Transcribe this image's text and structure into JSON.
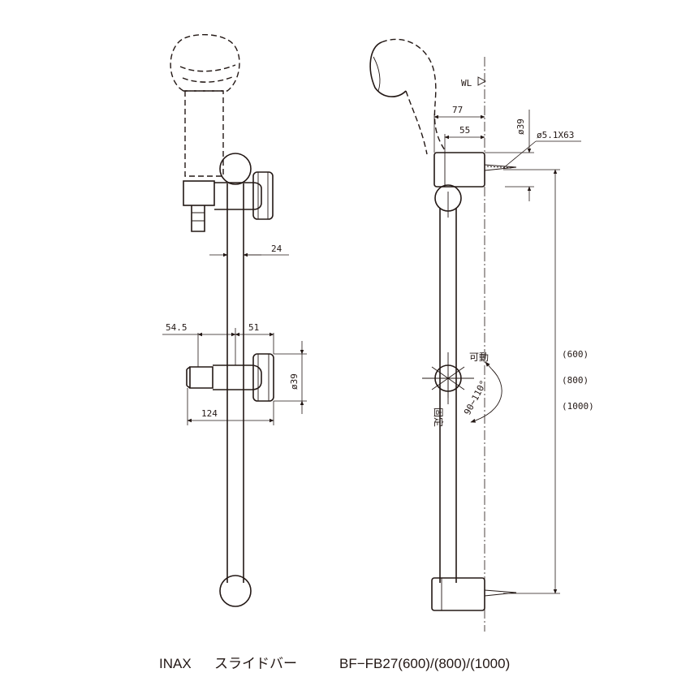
{
  "front_view": {
    "dim_rod_diameter": "24",
    "dim_left_offset": "54.5",
    "dim_right_offset": "51",
    "dim_total_width": "124",
    "dim_holder_diameter": "ø39"
  },
  "side_view": {
    "wall_label": "WL",
    "dim_depth_outer": "77",
    "dim_depth_inner": "55",
    "dim_bracket_diameter": "ø39",
    "dim_screw": "ø5.1X63",
    "label_movable": "可動",
    "label_fixed": "固定",
    "dim_angle": "90~110°",
    "length_options": [
      "(600)",
      "(800)",
      "(1000)"
    ]
  },
  "caption": {
    "brand": "INAX",
    "product_name": "スライドバー",
    "model": "BF−FB27(600)/(800)/(1000)"
  }
}
